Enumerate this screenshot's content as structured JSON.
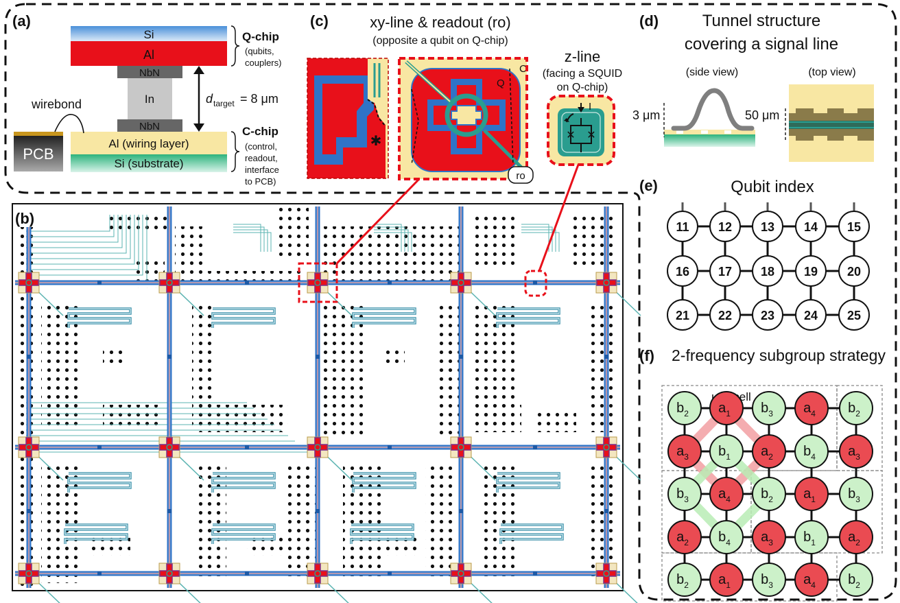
{
  "panel_a": {
    "tag": "(a)",
    "layers": {
      "si_top": "Si",
      "al_top": "Al",
      "nbn_top": "NbN",
      "indium": "In",
      "nbn_bottom": "NbN",
      "al_wiring": "Al (wiring layer)",
      "si_substrate": "Si (substrate)"
    },
    "pcb": "PCB",
    "wirebond": "wirebond",
    "qchip_title": "Q-chip",
    "qchip_desc": [
      "(qubits,",
      "couplers)"
    ],
    "d_symbol": "d",
    "d_subscript": "target",
    "d_value": "= 8 μm",
    "cchip_title": "C-chip",
    "cchip_desc": [
      "(control,",
      "readout,",
      "interface",
      "to PCB)"
    ]
  },
  "panel_b": {
    "tag": "(b)"
  },
  "panel_c": {
    "tag": "(c)",
    "title": "xy-line & readout (ro)",
    "subtitle": "(opposite a qubit on Q-chip)",
    "label_c": "C",
    "label_q": "Q",
    "ro_label": "ro",
    "zline_title": "z-line",
    "zline_sub": [
      "(facing a SQUID",
      "on Q-chip)"
    ],
    "current_label": "I"
  },
  "panel_d": {
    "tag": "(d)",
    "title": [
      "Tunnel structure",
      "covering a signal line"
    ],
    "side_view": "(side view)",
    "top_view": "(top view)",
    "height": "3 μm",
    "width": "50 μm"
  },
  "panel_e": {
    "tag": "(e)",
    "title": "Qubit index",
    "indices": [
      [
        11,
        12,
        13,
        14,
        15
      ],
      [
        16,
        17,
        18,
        19,
        20
      ],
      [
        21,
        22,
        23,
        24,
        25
      ]
    ]
  },
  "panel_f": {
    "tag": "(f)",
    "title": "2-frequency subgroup strategy",
    "unit_cell": "unit cell",
    "grid": [
      [
        "b2",
        "a1",
        "b3",
        "a4",
        "b2"
      ],
      [
        "a3",
        "b1",
        "a2",
        "b4",
        "a3"
      ],
      [
        "b3",
        "a4",
        "b2",
        "a1",
        "b3"
      ],
      [
        "a2",
        "b4",
        "a3",
        "b1",
        "a2"
      ],
      [
        "b2",
        "a1",
        "b3",
        "a4",
        "b2"
      ]
    ]
  },
  "colors": {
    "red": "#e8101a",
    "blue": "#2f73c7",
    "yellow": "#f8e7a3",
    "teal": "#2a9d8f",
    "green_node": "#ccf1c9",
    "red_node": "#ea4b52",
    "gray": "#7f7f7f"
  }
}
